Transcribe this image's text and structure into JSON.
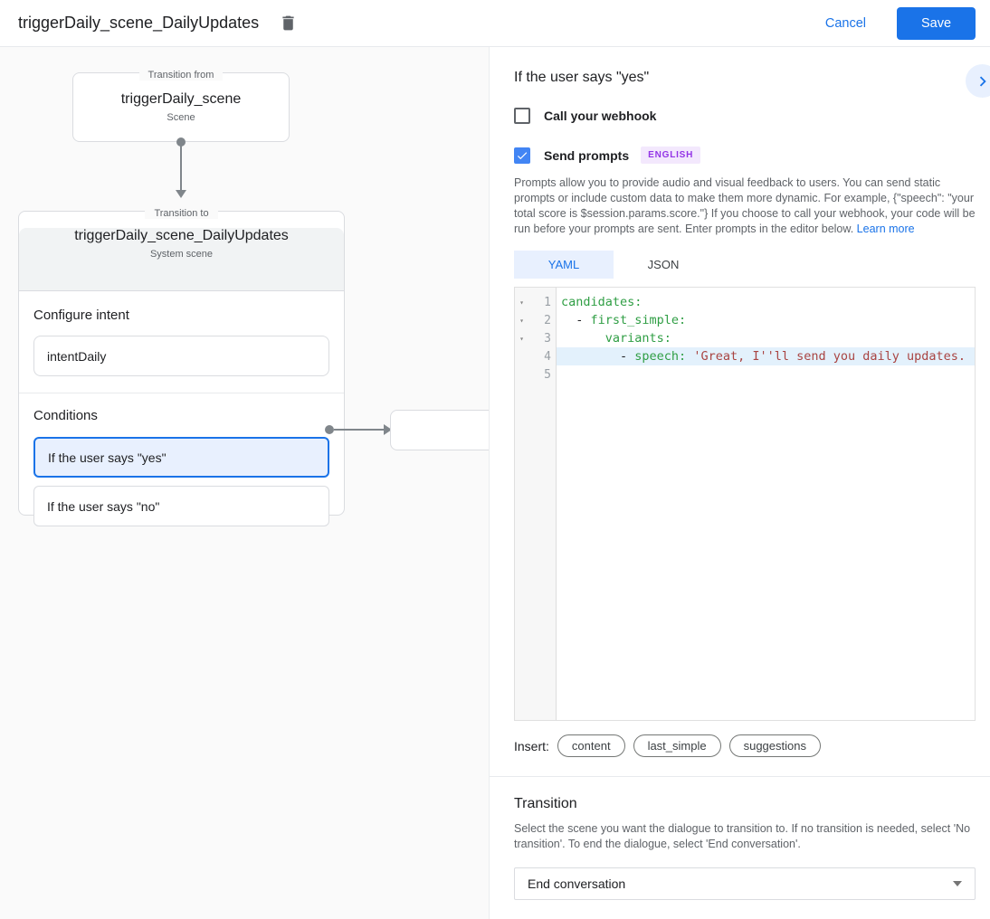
{
  "header": {
    "title": "triggerDaily_scene_DailyUpdates",
    "cancel_label": "Cancel",
    "save_label": "Save"
  },
  "flow": {
    "from_box": {
      "legend": "Transition from",
      "name": "triggerDaily_scene",
      "type": "Scene"
    },
    "to_box": {
      "legend": "Transition to",
      "name": "triggerDaily_scene_DailyUpdates",
      "type": "System scene",
      "configure_intent_label": "Configure intent",
      "intent_value": "intentDaily",
      "conditions_label": "Conditions",
      "conditions": [
        {
          "label": "If the user says \"yes\"",
          "selected": true
        },
        {
          "label": "If the user says \"no\"",
          "selected": false
        }
      ]
    }
  },
  "panel": {
    "heading": "If the user says \"yes\"",
    "webhook": {
      "label": "Call your webhook",
      "checked": false
    },
    "prompts": {
      "label": "Send prompts",
      "checked": true,
      "badge": "ENGLISH"
    },
    "description": "Prompts allow you to provide audio and visual feedback to users. You can send static prompts or include custom data to make them more dynamic. For example, {\"speech\": \"your total score is $session.params.score.\"} If you choose to call your webhook, your code will be run before your prompts are sent. Enter prompts in the editor below. ",
    "learn_more": "Learn more",
    "tabs": [
      {
        "label": "YAML",
        "active": true
      },
      {
        "label": "JSON",
        "active": false
      }
    ],
    "editor": {
      "rows": [
        {
          "fold": "▾",
          "num": "1",
          "pre": "",
          "key": "candidates:",
          "str": ""
        },
        {
          "fold": "▾",
          "num": "2",
          "pre": "  - ",
          "key": "first_simple:",
          "str": ""
        },
        {
          "fold": "▾",
          "num": "3",
          "pre": "      ",
          "key": "variants:",
          "str": ""
        },
        {
          "fold": "",
          "num": "4",
          "pre": "        - ",
          "key": "speech: ",
          "str": "'Great, I''ll send you daily updates."
        },
        {
          "fold": "",
          "num": "5",
          "pre": "",
          "key": "",
          "str": ""
        }
      ],
      "highlighted_line": 4
    },
    "insert": {
      "label": "Insert:",
      "buttons": [
        "content",
        "last_simple",
        "suggestions"
      ]
    },
    "transition": {
      "heading": "Transition",
      "description": "Select the scene you want the dialogue to transition to. If no transition is needed, select 'No transition'. To end the dialogue, select 'End conversation'.",
      "selected_value": "End conversation"
    }
  },
  "icons": {
    "delete": "delete-icon",
    "expand": "chevron-right-icon",
    "fold": "fold-arrow-icon",
    "dropdown": "dropdown-caret-icon",
    "checkmark": "checkmark-icon"
  },
  "colors": {
    "accent_blue": "#1a73e8",
    "checkbox_blue": "#4285f4",
    "selected_condition_bg": "#e8f0fe",
    "badge_bg": "#f3e8fd",
    "badge_text": "#9334e6",
    "code_key_green": "#2f9e44",
    "code_string_red": "#a94442",
    "code_line_highlight": "#e3f1fc",
    "panel_bg": "#fafafa",
    "header_gray": "#f1f3f4"
  }
}
